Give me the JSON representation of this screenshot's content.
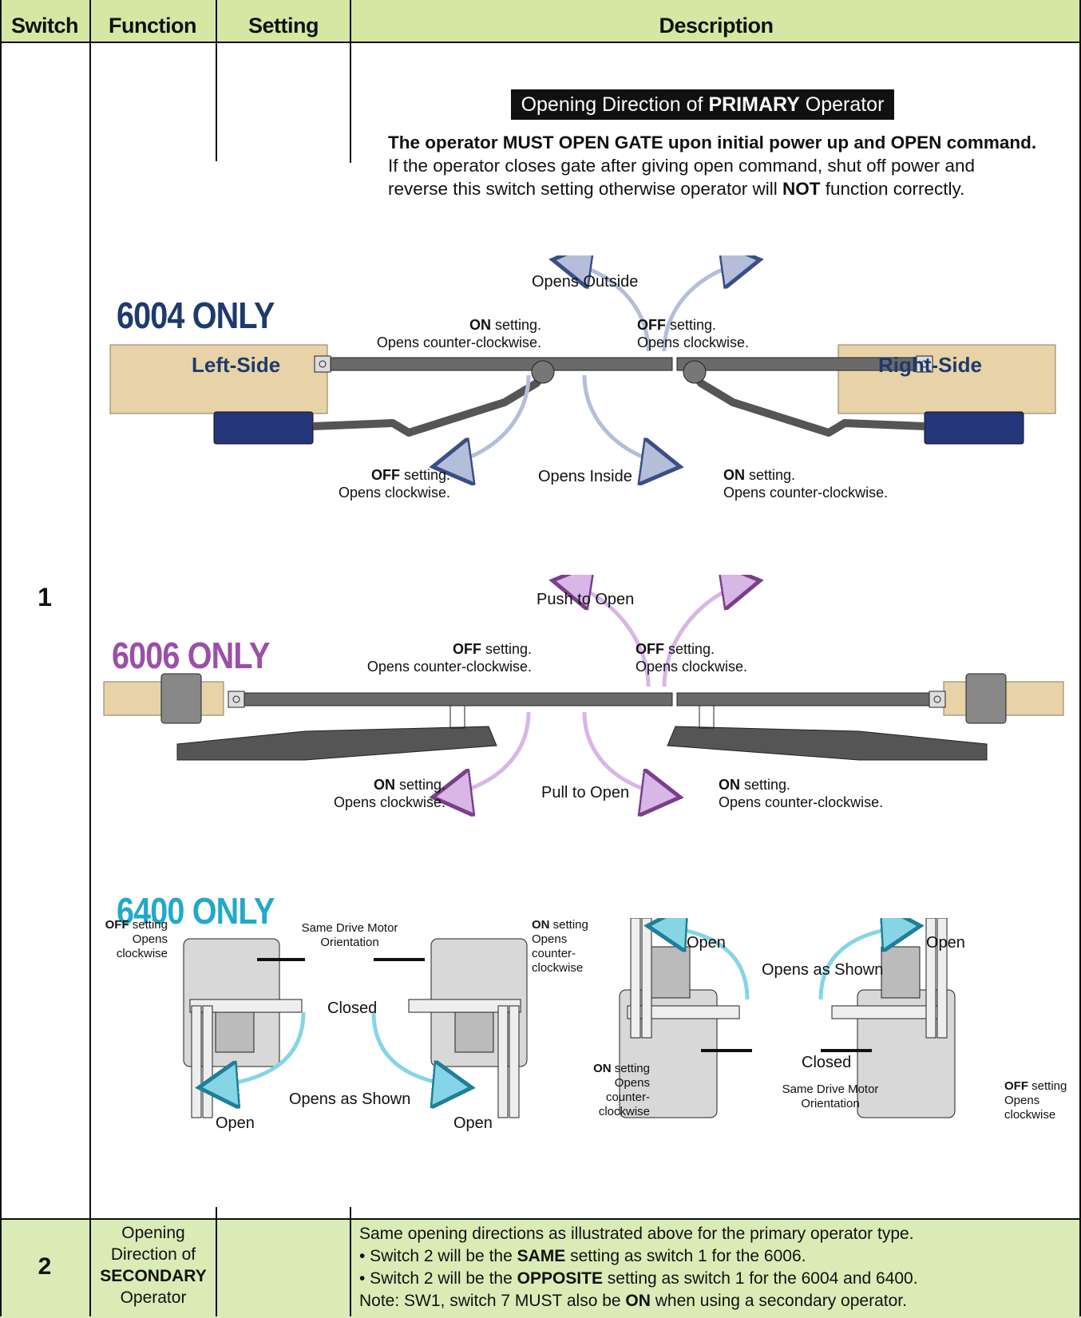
{
  "colors": {
    "header_green": "#d4e8a4",
    "row2_green": "#dbebb6",
    "navy": "#1e3a6e",
    "purple": "#9a4fa8",
    "teal": "#22a9c9",
    "tan": "#e8d3a8",
    "blue_arrow": "#b4bed8",
    "purple_arrow": "#d8b6e6",
    "teal_arrow": "#86d5e6"
  },
  "header": {
    "switch": "Switch",
    "function": "Function",
    "setting": "Setting",
    "description": "Description"
  },
  "row1": {
    "switch_num": "1",
    "banner_pre": "Opening Direction of ",
    "banner_bold": "PRIMARY",
    "banner_post": " Operator",
    "warning_bold": "The operator MUST OPEN GATE upon initial power up and OPEN command.",
    "warning_line2": "If the operator closes gate after giving open command, shut off power and",
    "warning_line3_pre": "reverse this switch setting otherwise operator will ",
    "warning_line3_bold": "NOT",
    "warning_line3_post": " function correctly."
  },
  "d6004": {
    "title": "6004 ONLY",
    "left_side": "Left-Side",
    "right_side": "Right-Side",
    "opens_outside": "Opens Outside",
    "opens_inside": "Opens Inside",
    "ul_bold": "ON",
    "ul_rest": " setting.",
    "ul_line2": "Opens counter-clockwise.",
    "ur_bold": "OFF",
    "ur_rest": " setting.",
    "ur_line2": "Opens clockwise.",
    "ll_bold": "OFF",
    "ll_rest": " setting.",
    "ll_line2": "Opens clockwise.",
    "lr_bold": "ON",
    "lr_rest": " setting.",
    "lr_line2": "Opens counter-clockwise."
  },
  "d6006": {
    "title": "6006 ONLY",
    "push_to_open": "Push to Open",
    "pull_to_open": "Pull to Open",
    "ul_bold": "OFF",
    "ul_rest": " setting.",
    "ul_line2": "Opens counter-clockwise.",
    "ur_bold": "OFF",
    "ur_rest": " setting.",
    "ur_line2": "Opens clockwise.",
    "ll_bold": "ON",
    "ll_rest": " setting.",
    "ll_line2": "Opens clockwise.",
    "lr_bold": "ON",
    "lr_rest": " setting.",
    "lr_line2": "Opens counter-clockwise."
  },
  "d6400": {
    "title": "6400 ONLY",
    "a_off_bold": "OFF",
    "a_off_rest": " setting",
    "a_off_l2": "Opens",
    "a_off_l3": "clockwise",
    "a_same1": "Same Drive Motor",
    "a_same2": "Orientation",
    "a_closed": "Closed",
    "a_on_bold": "ON",
    "a_on_rest": " setting",
    "a_on_l2": "Opens",
    "a_on_l3": "counter-",
    "a_on_l4": "clockwise",
    "a_opens_as_shown": "Opens as Shown",
    "a_open_left": "Open",
    "a_open_right": "Open",
    "b_open_left": "Open",
    "b_open_right": "Open",
    "b_opens_as_shown": "Opens as Shown",
    "b_closed": "Closed",
    "b_on_bold": "ON",
    "b_on_rest": " setting",
    "b_on_l2": "Opens",
    "b_on_l3": "counter-",
    "b_on_l4": "clockwise",
    "b_same1": "Same Drive Motor",
    "b_same2": "Orientation",
    "b_off_bold": "OFF",
    "b_off_rest": " setting",
    "b_off_l2": "Opens",
    "b_off_l3": "clockwise"
  },
  "row2": {
    "switch_num": "2",
    "function_l1": "Opening",
    "function_l2": "Direction of",
    "function_l3": "SECONDARY",
    "function_l4": "Operator",
    "desc_l1": "Same opening directions as illustrated above for the primary operator type.",
    "desc_l2_pre": "• Switch 2 will be the ",
    "desc_l2_bold": "SAME",
    "desc_l2_post": " setting as switch 1 for the 6006.",
    "desc_l3_pre": "• Switch 2 will be the ",
    "desc_l3_bold": "OPPOSITE",
    "desc_l3_post": " setting as switch 1 for the 6004 and 6400.",
    "desc_l4_pre": "Note: SW1, switch 7 MUST also be ",
    "desc_l4_bold": "ON",
    "desc_l4_post": " when using a secondary operator."
  }
}
